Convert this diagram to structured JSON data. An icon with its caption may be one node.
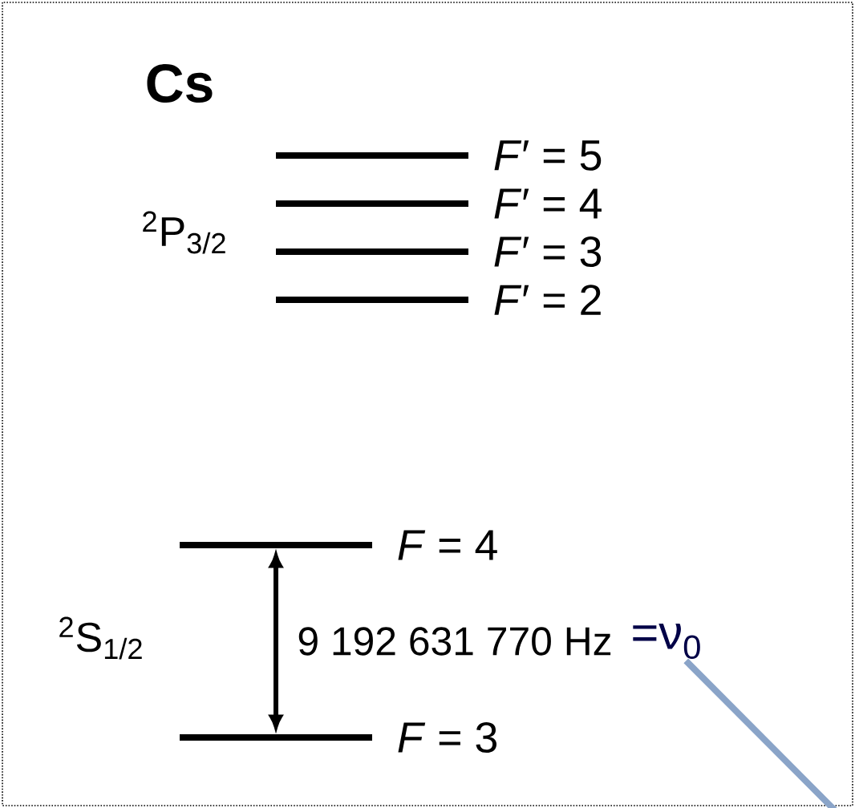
{
  "diagram": {
    "title": "Cs",
    "nodes": [
      {
        "text": [],
        "shape": "bar",
        "beside": [
          "*F*′ = 5"
        ]
      },
      {
        "text": [],
        "shape": "bar",
        "beside": [
          "*F*′ = 4"
        ]
      },
      {
        "text": [],
        "shape": "bar",
        "beside": [
          "*F*′ = 3"
        ]
      },
      {
        "text": [],
        "shape": "bar",
        "beside": [
          "*F*′ = 2"
        ]
      },
      {
        "text": [],
        "shape": "bar",
        "beside": [
          "*F* = 4"
        ]
      },
      {
        "text": [],
        "shape": "bar",
        "beside": [
          "*F* = 3"
        ]
      },
      {
        "text": [
          "=ν$_{0}$"
        ]
      }
    ],
    "edges": [
      {
        "from": 4,
        "to": 5,
        "arrow": "both",
        "label": "9 192 631 770 Hz"
      },
      {
        "from": 6,
        "to": null,
        "arrow": "none",
        "color": "#8aa4c8"
      }
    ],
    "labels": [
      "$^{2}$P$_{3/2}$",
      "$^{2}$S$_{1/2}$"
    ]
  }
}
